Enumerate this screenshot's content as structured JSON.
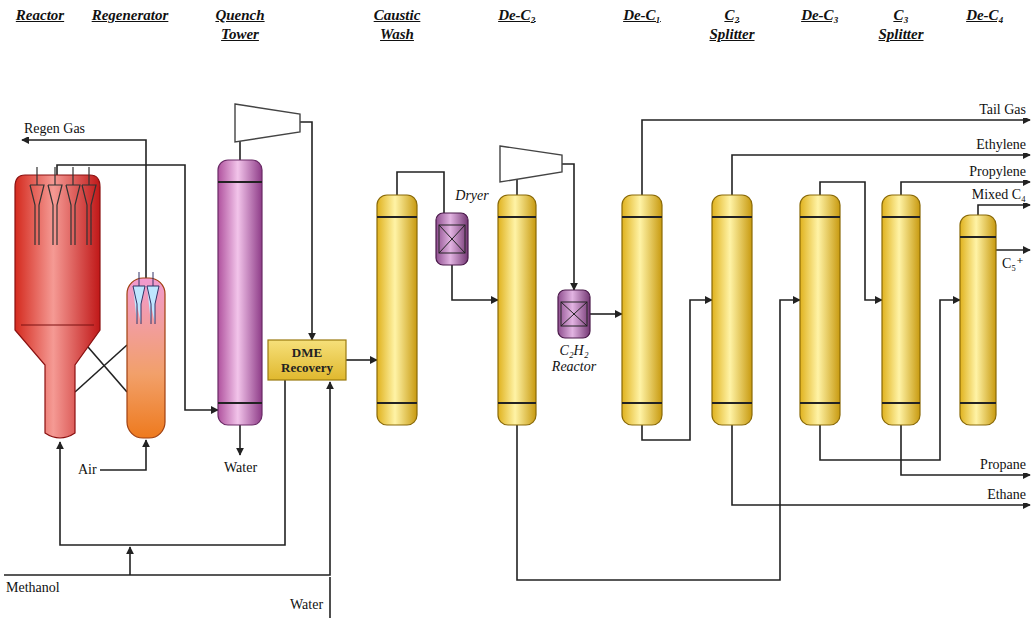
{
  "diagram": {
    "nodes": [
      {
        "text": [
          "Reactor"
        ]
      },
      {
        "text": [
          "Regenerator"
        ]
      },
      {
        "text": [
          "Quench Tower"
        ]
      },
      {
        "text": [
          "DME Recovery"
        ]
      },
      {
        "text": [
          "Caustic Wash"
        ]
      },
      {
        "text": [
          "Dryer"
        ]
      },
      {
        "text": [
          "De-C₂"
        ]
      },
      {
        "text": [
          "C₂H₂ Reactor"
        ]
      },
      {
        "text": [
          "De-C₁"
        ]
      },
      {
        "text": [
          "C₂ Splitter"
        ]
      },
      {
        "text": [
          "De-C₃"
        ]
      },
      {
        "text": [
          "C₃ Splitter"
        ]
      },
      {
        "text": [
          "De-C₄"
        ]
      }
    ],
    "edges": [
      {
        "from": 0,
        "to": 2,
        "arrow": "to"
      },
      {
        "from": 0,
        "to": 1,
        "arrow": "none"
      },
      {
        "from": 1,
        "to": 0,
        "arrow": "none"
      },
      {
        "from": 2,
        "to": 3,
        "arrow": "to"
      },
      {
        "from": 3,
        "to": 0,
        "arrow": "to"
      },
      {
        "from": 3,
        "to": 4,
        "arrow": "to"
      },
      {
        "from": 4,
        "to": 5,
        "arrow": "none"
      },
      {
        "from": 5,
        "to": 6,
        "arrow": "to"
      },
      {
        "from": 6,
        "to": 7,
        "arrow": "to"
      },
      {
        "from": 7,
        "to": 8,
        "arrow": "to"
      },
      {
        "from": 8,
        "to": 9,
        "arrow": "to"
      },
      {
        "from": 6,
        "to": 10,
        "arrow": "to"
      },
      {
        "from": 10,
        "to": 11,
        "arrow": "to"
      },
      {
        "from": 10,
        "to": 12,
        "arrow": "to"
      }
    ],
    "labels": [
      "Regen Gas",
      "Air",
      "Water",
      "Methanol",
      "Water",
      "Tail Gas",
      "Ethylene",
      "Propylene",
      "Mixed C₄",
      "C₅⁺",
      "Propane",
      "Ethane"
    ]
  }
}
